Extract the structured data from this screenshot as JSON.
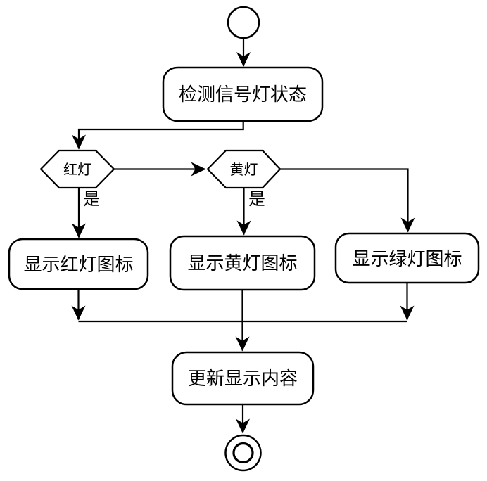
{
  "diagram": {
    "type": "activity-flowchart",
    "nodes": {
      "detect": "检测信号灯状态",
      "red_condition": "红灯",
      "yellow_condition": "黄灯",
      "show_red": "显示红灯图标",
      "show_yellow": "显示黄灯图标",
      "show_green": "显示绿灯图标",
      "update": "更新显示内容"
    },
    "edge_labels": {
      "red_yes": "是",
      "yellow_yes": "是"
    },
    "icons": {
      "start": "start-node-circle",
      "end": "final-node-double-circle"
    },
    "colors": {
      "stroke": "#000000",
      "node_fill": "#ffffff",
      "background": "#ffffff"
    }
  }
}
